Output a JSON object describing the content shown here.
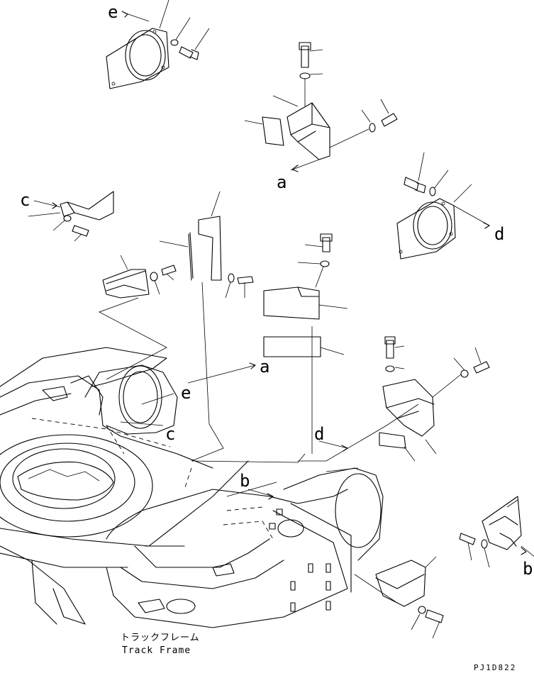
{
  "labels": {
    "a": "a",
    "b": "b",
    "c": "c",
    "d": "d",
    "e": "e"
  },
  "caption": {
    "japanese": "トラックフレーム",
    "english": "Track Frame"
  },
  "drawing_code": "PJ1D822"
}
